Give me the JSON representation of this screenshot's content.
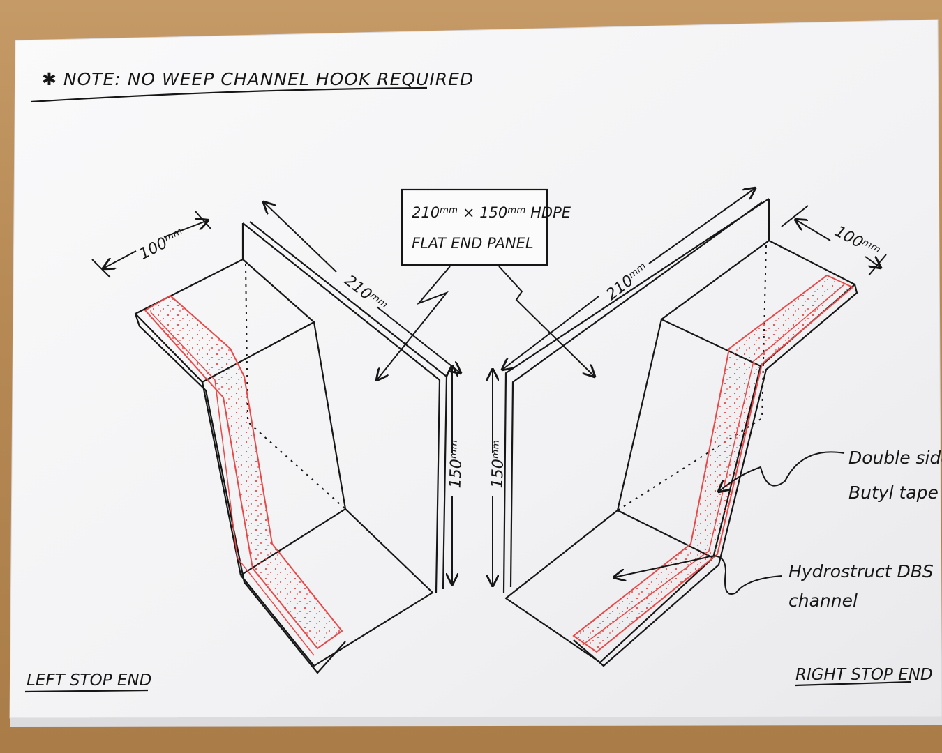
{
  "note": "✱ NOTE: NO WEEP CHANNEL HOOK REQUIRED",
  "callout": {
    "line1": "210ᵐᵐ × 150ᵐᵐ HDPE",
    "line2": "FLAT END PANEL"
  },
  "dimensions": {
    "left_width": "100ᵐᵐ",
    "left_length": "210ᵐᵐ",
    "left_height": "150ᵐᵐ",
    "right_width": "100ᵐᵐ",
    "right_length": "210ᵐᵐ",
    "right_height": "150ᵐᵐ"
  },
  "labels": {
    "butyl_line1": "Double sided",
    "butyl_line2": "Butyl tape",
    "channel_line1": "Hydrostruct DBS",
    "channel_line2": "channel",
    "left_title": "LEFT STOP END",
    "right_title": "RIGHT STOP END"
  },
  "colors": {
    "ink": "#161616",
    "tape": "#e84848",
    "paper": "#f7f7f9",
    "table": "#b78a55"
  }
}
